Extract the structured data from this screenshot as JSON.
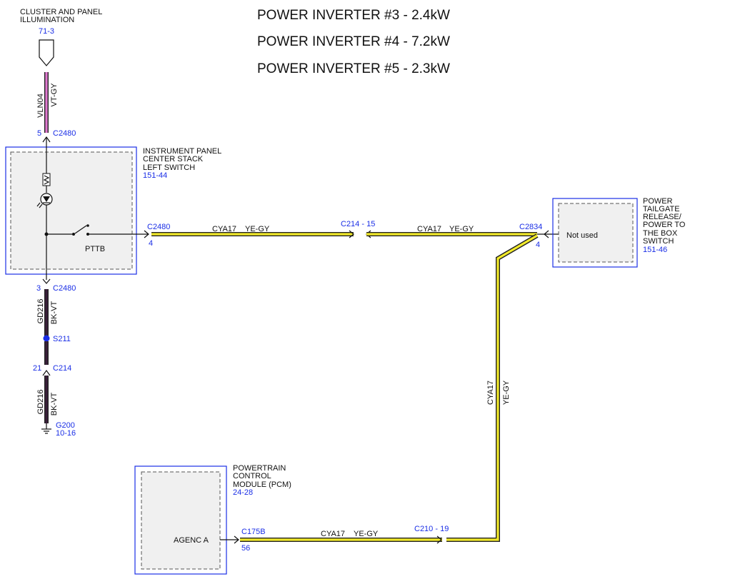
{
  "titles": [
    "POWER INVERTER #3 - 2.4kW",
    "POWER INVERTER #4 - 7.2kW",
    "POWER INVERTER #5 - 2.3kW"
  ],
  "illumination": {
    "name_line1": "CLUSTER AND PANEL",
    "name_line2": "ILLUMINATION",
    "ref": "71-3"
  },
  "wire_top": {
    "circuit": "VLN04",
    "color": "VT-GY",
    "color_hex": "#e07ad0"
  },
  "c2480_top": {
    "pin": "5",
    "connector": "C2480"
  },
  "switch_module": {
    "name_line1": "INSTRUMENT PANEL",
    "name_line2": "CENTER STACK",
    "name_line3": "LEFT SWITCH",
    "ref": "151-44",
    "switch_label": "PTTB"
  },
  "c2480_right": {
    "connector": "C2480",
    "pin": "4"
  },
  "wire_h1": {
    "circuit": "CYA17",
    "color": "YE-GY",
    "color_hex": "#f2ea2a"
  },
  "c214_inline": "C214 - 15",
  "wire_h2": {
    "circuit": "CYA17",
    "color": "YE-GY"
  },
  "c2834": {
    "connector": "C2834",
    "pin": "4"
  },
  "tailgate_module": {
    "status": "Not used",
    "name_line1": "POWER",
    "name_line2": "TAILGATE",
    "name_line3": "RELEASE/",
    "name_line4": "POWER TO",
    "name_line5": "THE BOX",
    "name_line6": "SWITCH",
    "ref": "151-46"
  },
  "wire_vertical_right": {
    "circuit": "CYA17",
    "color": "YE-GY"
  },
  "c2480_bottom": {
    "pin": "3",
    "connector": "C2480"
  },
  "wire_gd216_1": {
    "circuit": "GD216",
    "color": "BK-VT",
    "color_hex": "#3a1f3a"
  },
  "splice": {
    "name": "S211"
  },
  "c214_left": {
    "pin": "21",
    "connector": "C214"
  },
  "wire_gd216_2": {
    "circuit": "GD216",
    "color": "BK-VT"
  },
  "ground": {
    "name": "G200",
    "ref": "10-16"
  },
  "pcm_module": {
    "name_line1": "POWERTRAIN",
    "name_line2": "CONTROL",
    "name_line3": "MODULE (PCM)",
    "ref": "24-28",
    "pin_label": "AGENC A"
  },
  "c175b": {
    "connector": "C175B",
    "pin": "56"
  },
  "wire_bottom": {
    "circuit": "CYA17",
    "color": "YE-GY"
  },
  "c210_inline": "C210 - 19"
}
